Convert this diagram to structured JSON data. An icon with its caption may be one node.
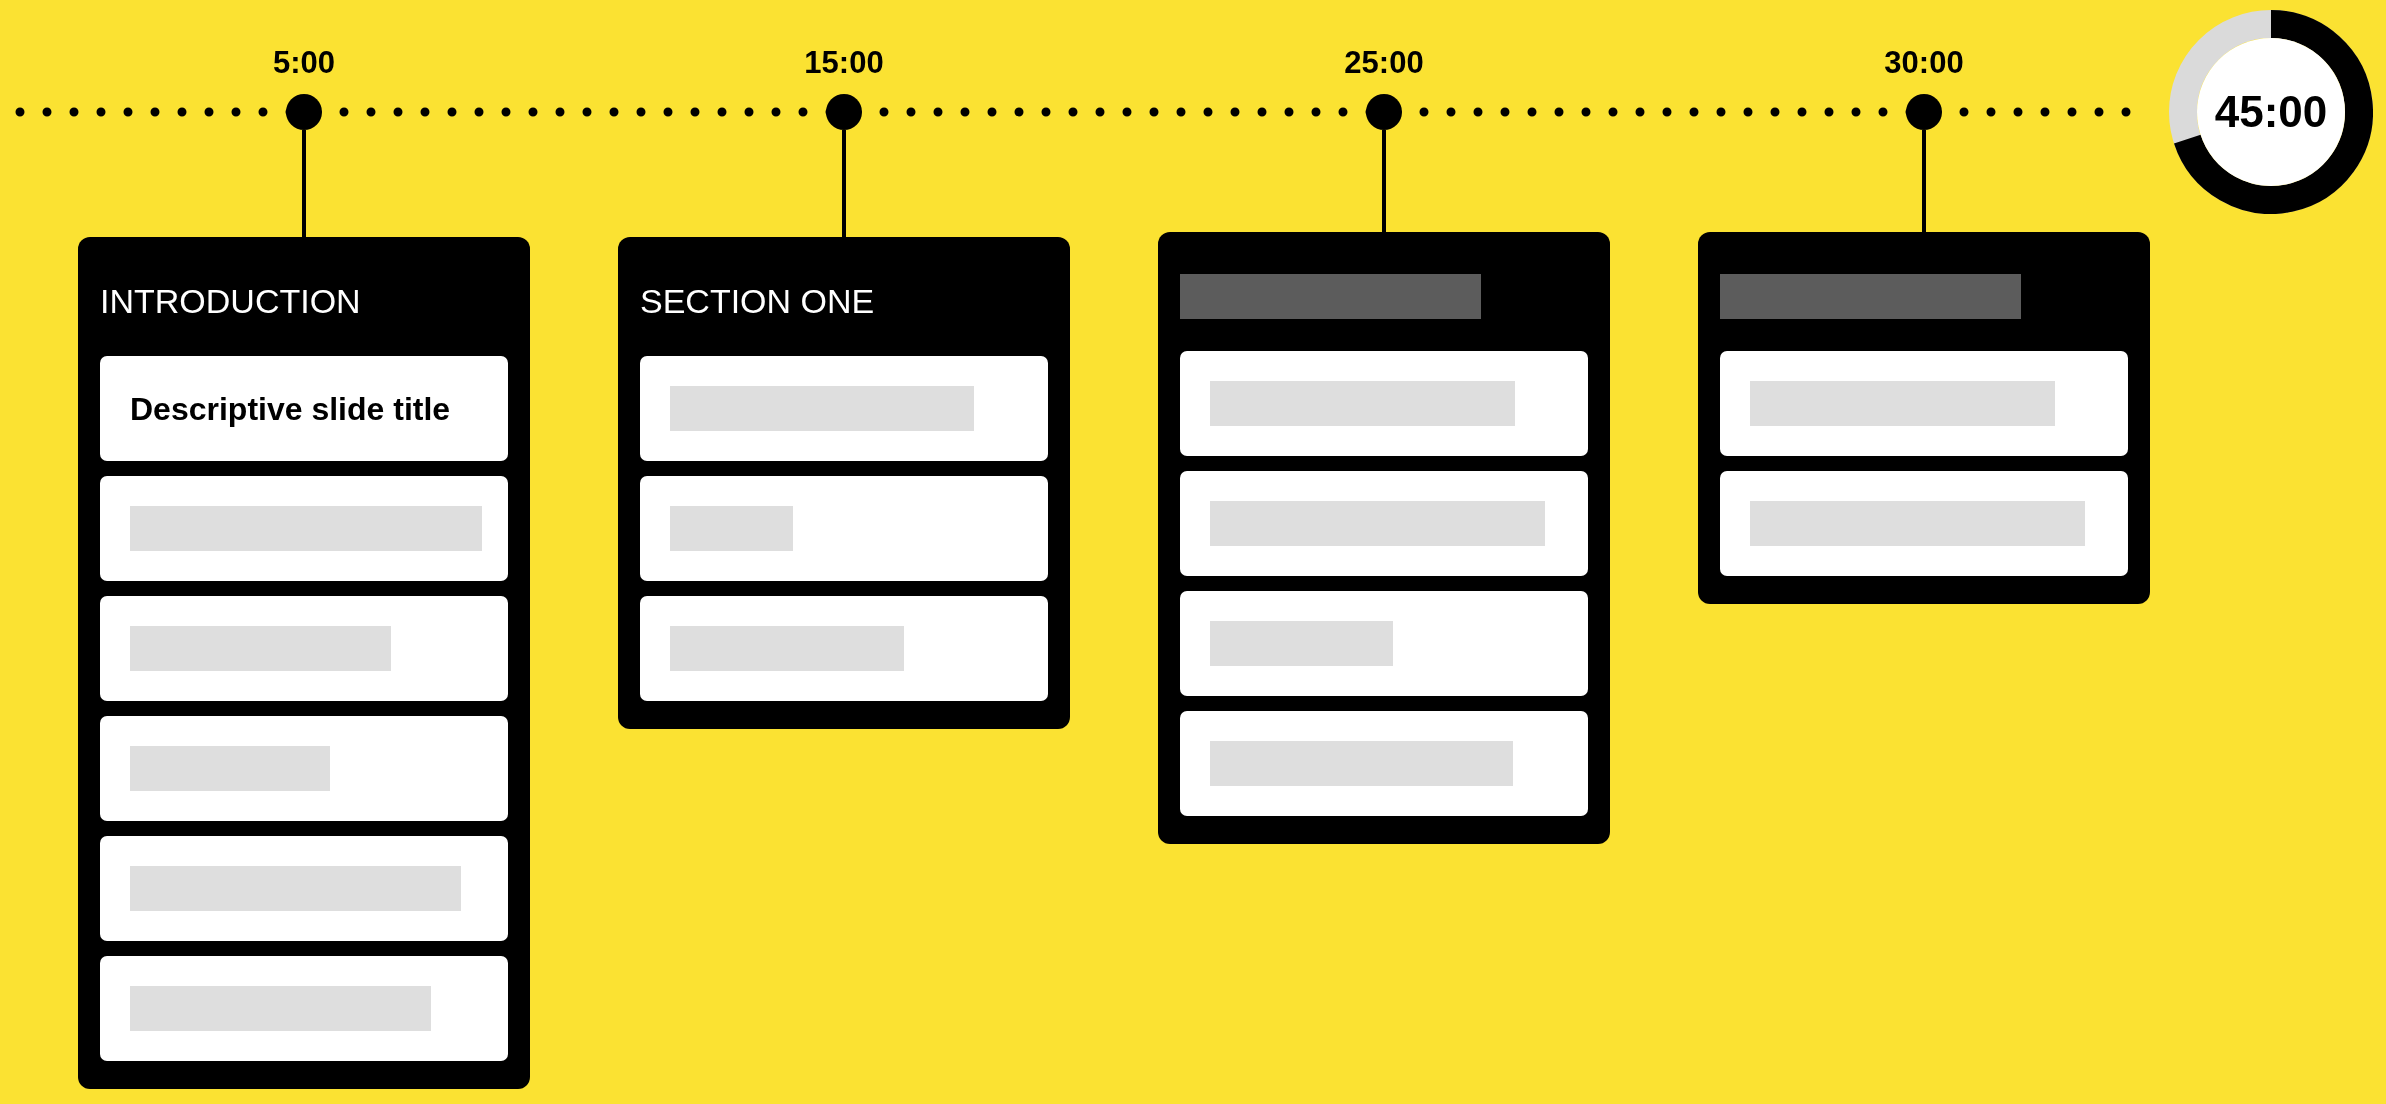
{
  "diagram": {
    "nodes": [
      {
        "text": [],
        "shape": "circle",
        "beside": [
          "5:00"
        ]
      },
      {
        "text": [],
        "shape": "circle",
        "beside": [
          "15:00"
        ]
      },
      {
        "text": [],
        "shape": "circle",
        "beside": [
          "25:00"
        ]
      },
      {
        "text": [],
        "shape": "circle",
        "beside": [
          "30:00"
        ]
      },
      {
        "text": [
          "45:00"
        ]
      },
      {
        "text": [
          "INTRODUCTION"
        ]
      },
      {
        "text": [
          "Descriptive slide title"
        ],
        "in": 5
      },
      {
        "text": [],
        "shape": "box",
        "in": 5
      },
      {
        "text": [],
        "shape": "box",
        "in": 5
      },
      {
        "text": [],
        "shape": "box",
        "in": 5
      },
      {
        "text": [],
        "shape": "box",
        "in": 5
      },
      {
        "text": [],
        "shape": "box",
        "in": 5
      },
      {
        "text": [
          "SECTION ONE"
        ]
      },
      {
        "text": [],
        "shape": "box",
        "in": 12
      },
      {
        "text": [],
        "shape": "box",
        "in": 12
      },
      {
        "text": [],
        "shape": "box",
        "in": 12
      },
      {
        "text": [],
        "shape": "box"
      },
      {
        "text": [],
        "shape": "box",
        "in": 16
      },
      {
        "text": [],
        "shape": "box",
        "in": 16
      },
      {
        "text": [],
        "shape": "box",
        "in": 16
      },
      {
        "text": [],
        "shape": "box",
        "in": 16
      },
      {
        "text": [],
        "shape": "box"
      },
      {
        "text": [],
        "shape": "box",
        "in": 21
      },
      {
        "text": [],
        "shape": "box",
        "in": 21
      }
    ],
    "edges": [
      {
        "from": 0,
        "to": 5,
        "arrow": "none"
      },
      {
        "from": 1,
        "to": 12,
        "arrow": "none"
      },
      {
        "from": 2,
        "to": 16,
        "arrow": "none"
      },
      {
        "from": 3,
        "to": 21,
        "arrow": "none"
      }
    ]
  }
}
